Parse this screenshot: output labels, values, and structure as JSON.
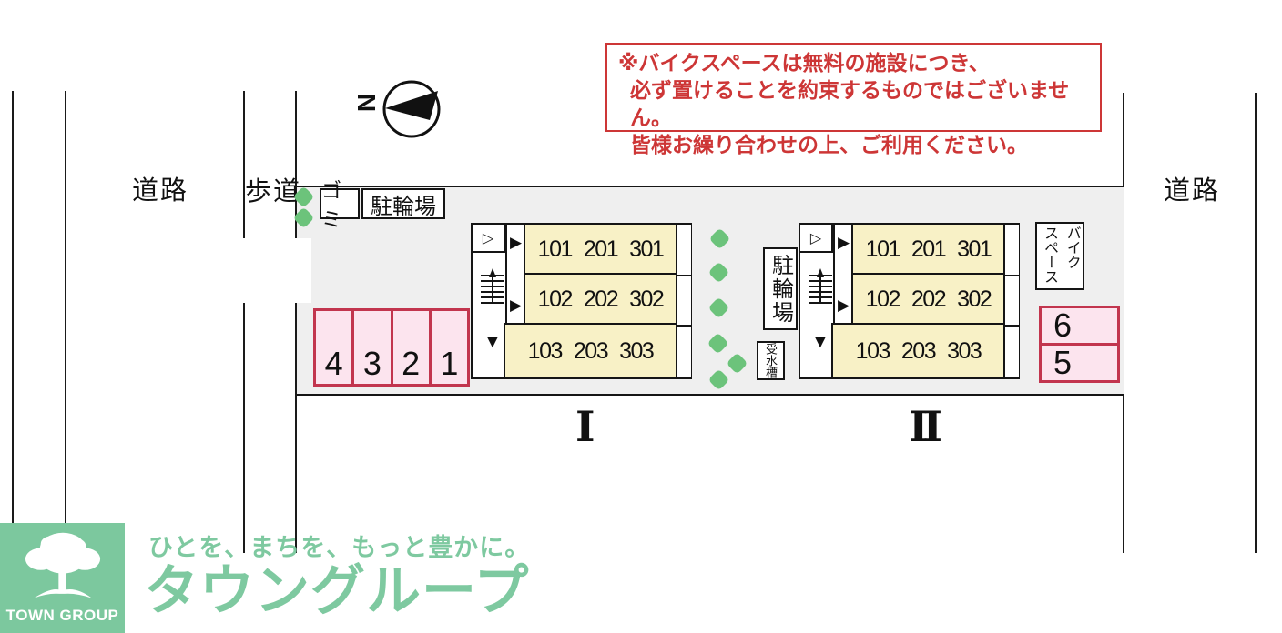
{
  "notice": {
    "lines": [
      "※バイクスペースは無料の施設につき、",
      "必ず置けることを約束するものではございません。",
      "皆様お繰り合わせの上、ご利用ください。"
    ]
  },
  "compass": {
    "north_label": "N"
  },
  "roads": {
    "left_road": "道路",
    "sidewalk": "歩道",
    "right_road": "道路"
  },
  "site": {
    "garbage_box": "ゴミ",
    "bicycle_parking_top": "駐輪場",
    "bicycle_parking_mid": "駐輪場",
    "water_tank": "受水槽",
    "bike_space_line1": "バイク",
    "bike_space_line2": "スペース",
    "parking_left": [
      "4",
      "3",
      "2",
      "1"
    ],
    "parking_right": [
      "6",
      "5"
    ],
    "buildings": [
      {
        "label": "I",
        "rows": [
          [
            "101",
            "201",
            "301"
          ],
          [
            "102",
            "202",
            "302"
          ],
          [
            "103",
            "203",
            "303"
          ]
        ]
      },
      {
        "label": "II",
        "rows": [
          [
            "101",
            "201",
            "301"
          ],
          [
            "102",
            "202",
            "302"
          ],
          [
            "103",
            "203",
            "303"
          ]
        ]
      }
    ]
  },
  "icons": {
    "entrance_arrow": "▷",
    "door_arrow": "▶",
    "down_arrow": "▼"
  },
  "footer": {
    "logo_text": "TOWN GROUP",
    "tagline": "ひとを、まちを、もっと豊かに。",
    "brand": "タウングループ"
  },
  "colors": {
    "notice_red": "#cd3636",
    "site_gray": "#efefef",
    "room_cream": "#f8f1c6",
    "parking_pink": "#fce4ee",
    "parking_border": "#c2354e",
    "bush_green": "#6cc37b",
    "brand_green": "#7cc89e"
  }
}
